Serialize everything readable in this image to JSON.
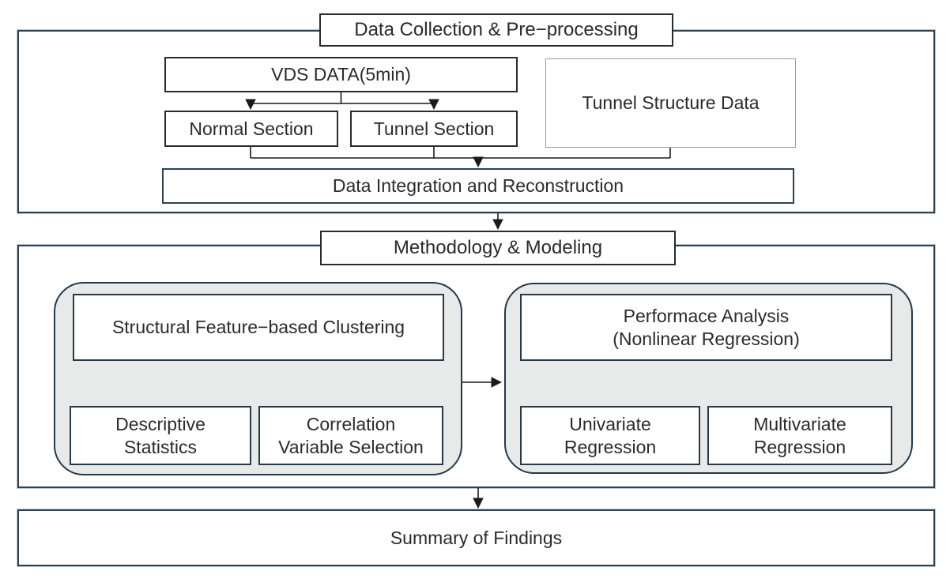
{
  "colors": {
    "section_border": "#2e4152",
    "box_border_dark": "#2b2b2b",
    "container_border": "#24394a",
    "container_fill": "#e8e9e9",
    "light_box_border": "#8fa0ab",
    "line": "#1a1a1a",
    "text": "#2b2b2b",
    "background": "#ffffff"
  },
  "sections": {
    "collection": {
      "title": "Data Collection & Pre−processing",
      "vds": "VDS DATA(5min)",
      "normal": "Normal Section",
      "tunnel": "Tunnel Section",
      "structure": "Tunnel Structure Data",
      "integration": "Data Integration and Reconstruction"
    },
    "methodology": {
      "title": "Methodology & Modeling",
      "clustering": {
        "main": "Structural Feature−based Clustering",
        "descriptive": {
          "line1": "Descriptive",
          "line2": "Statistics"
        },
        "correlation": {
          "line1": "Correlation",
          "line2": "Variable Selection"
        }
      },
      "performance": {
        "main_line1": "Performace Analysis",
        "main_line2": "(Nonlinear Regression)",
        "univariate": {
          "line1": "Univariate",
          "line2": "Regression"
        },
        "multivariate": {
          "line1": "Multivariate",
          "line2": "Regression"
        }
      }
    },
    "summary": {
      "title": "Summary of Findings"
    }
  }
}
